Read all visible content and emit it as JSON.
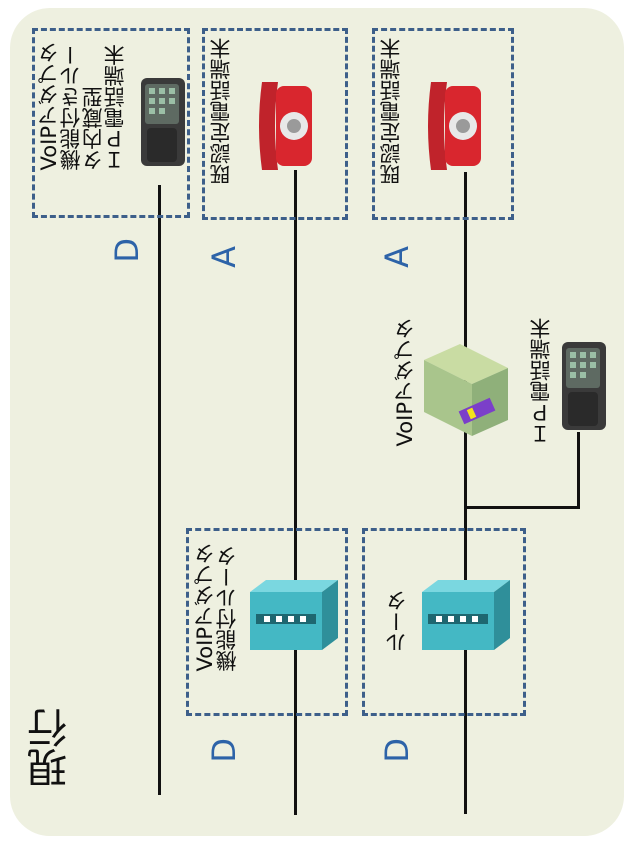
{
  "title": "現行",
  "rows": [
    {
      "line_label_top": "D",
      "top_device_label": "VoIPアダプタ\n機能付きルー\nタ内蔵型\nＩＰ電話端末"
    },
    {
      "line_label_top": "A",
      "top_device_label": "既認定電話端末",
      "line_label_bottom": "D",
      "bottom_device_label": "VoIPアダプタ\n機能付ルータ"
    },
    {
      "line_label_top": "A",
      "top_device_label": "既認定電話端末",
      "adapter_label": "VoIPアダプタ",
      "ip_phone_label": "ＩＰ電話端末",
      "line_label_bottom": "D",
      "bottom_device_label": "ルータ"
    }
  ],
  "icons": [
    "ip-phone-icon",
    "analog-phone-icon",
    "router-icon",
    "voip-adapter-icon"
  ]
}
